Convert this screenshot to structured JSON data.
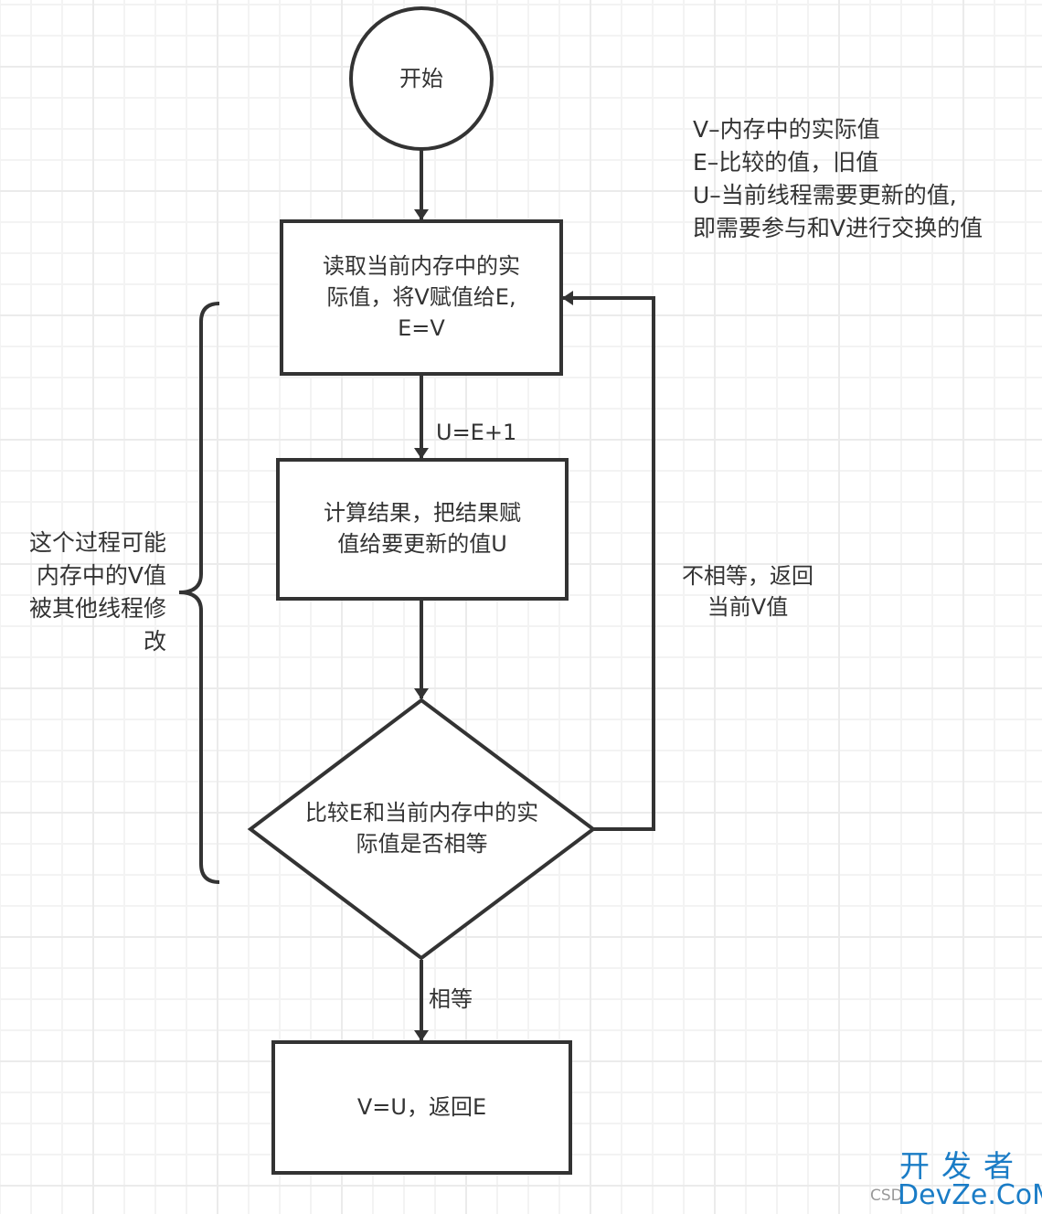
{
  "diagram": {
    "type": "flowchart",
    "colors": {
      "stroke": "#333333",
      "text": "#333333",
      "grid_minor": "#f3f3f3",
      "grid_major": "#ebebeb",
      "watermark": "#1a7cc6"
    },
    "nodes": {
      "start": {
        "shape": "circle",
        "text": "开始"
      },
      "read": {
        "shape": "rect",
        "lines": [
          "读取当前内存中的实",
          "际值，将V赋值给E,",
          "E=V"
        ]
      },
      "compute": {
        "shape": "rect",
        "lines": [
          "计算结果，把结果赋",
          "值给要更新的值U"
        ]
      },
      "compare": {
        "shape": "diamond",
        "lines": [
          "比较E和当前内存中的实",
          "际值是否相等"
        ]
      },
      "done": {
        "shape": "rect",
        "text": "V=U，返回E"
      }
    },
    "edges": [
      {
        "from": "start",
        "to": "read",
        "label": ""
      },
      {
        "from": "read",
        "to": "compute",
        "label": "U=E+1"
      },
      {
        "from": "compute",
        "to": "compare",
        "label": ""
      },
      {
        "from": "compare",
        "to": "done",
        "label": "相等"
      },
      {
        "from": "compare",
        "to": "read",
        "label_lines": [
          "不相等，返回",
          "当前V值"
        ]
      }
    ],
    "legend_note": [
      "V–内存中的实际值",
      "E–比较的值，旧值",
      "U–当前线程需要更新的值,",
      "即需要参与和V进行交换的值"
    ],
    "brace_note": [
      "这个过程可能",
      "内存中的V值",
      "被其他线程修",
      "改"
    ]
  },
  "watermark": {
    "line1": "开发者",
    "line2": "DevZe.CoM",
    "prefix": "CSD"
  }
}
